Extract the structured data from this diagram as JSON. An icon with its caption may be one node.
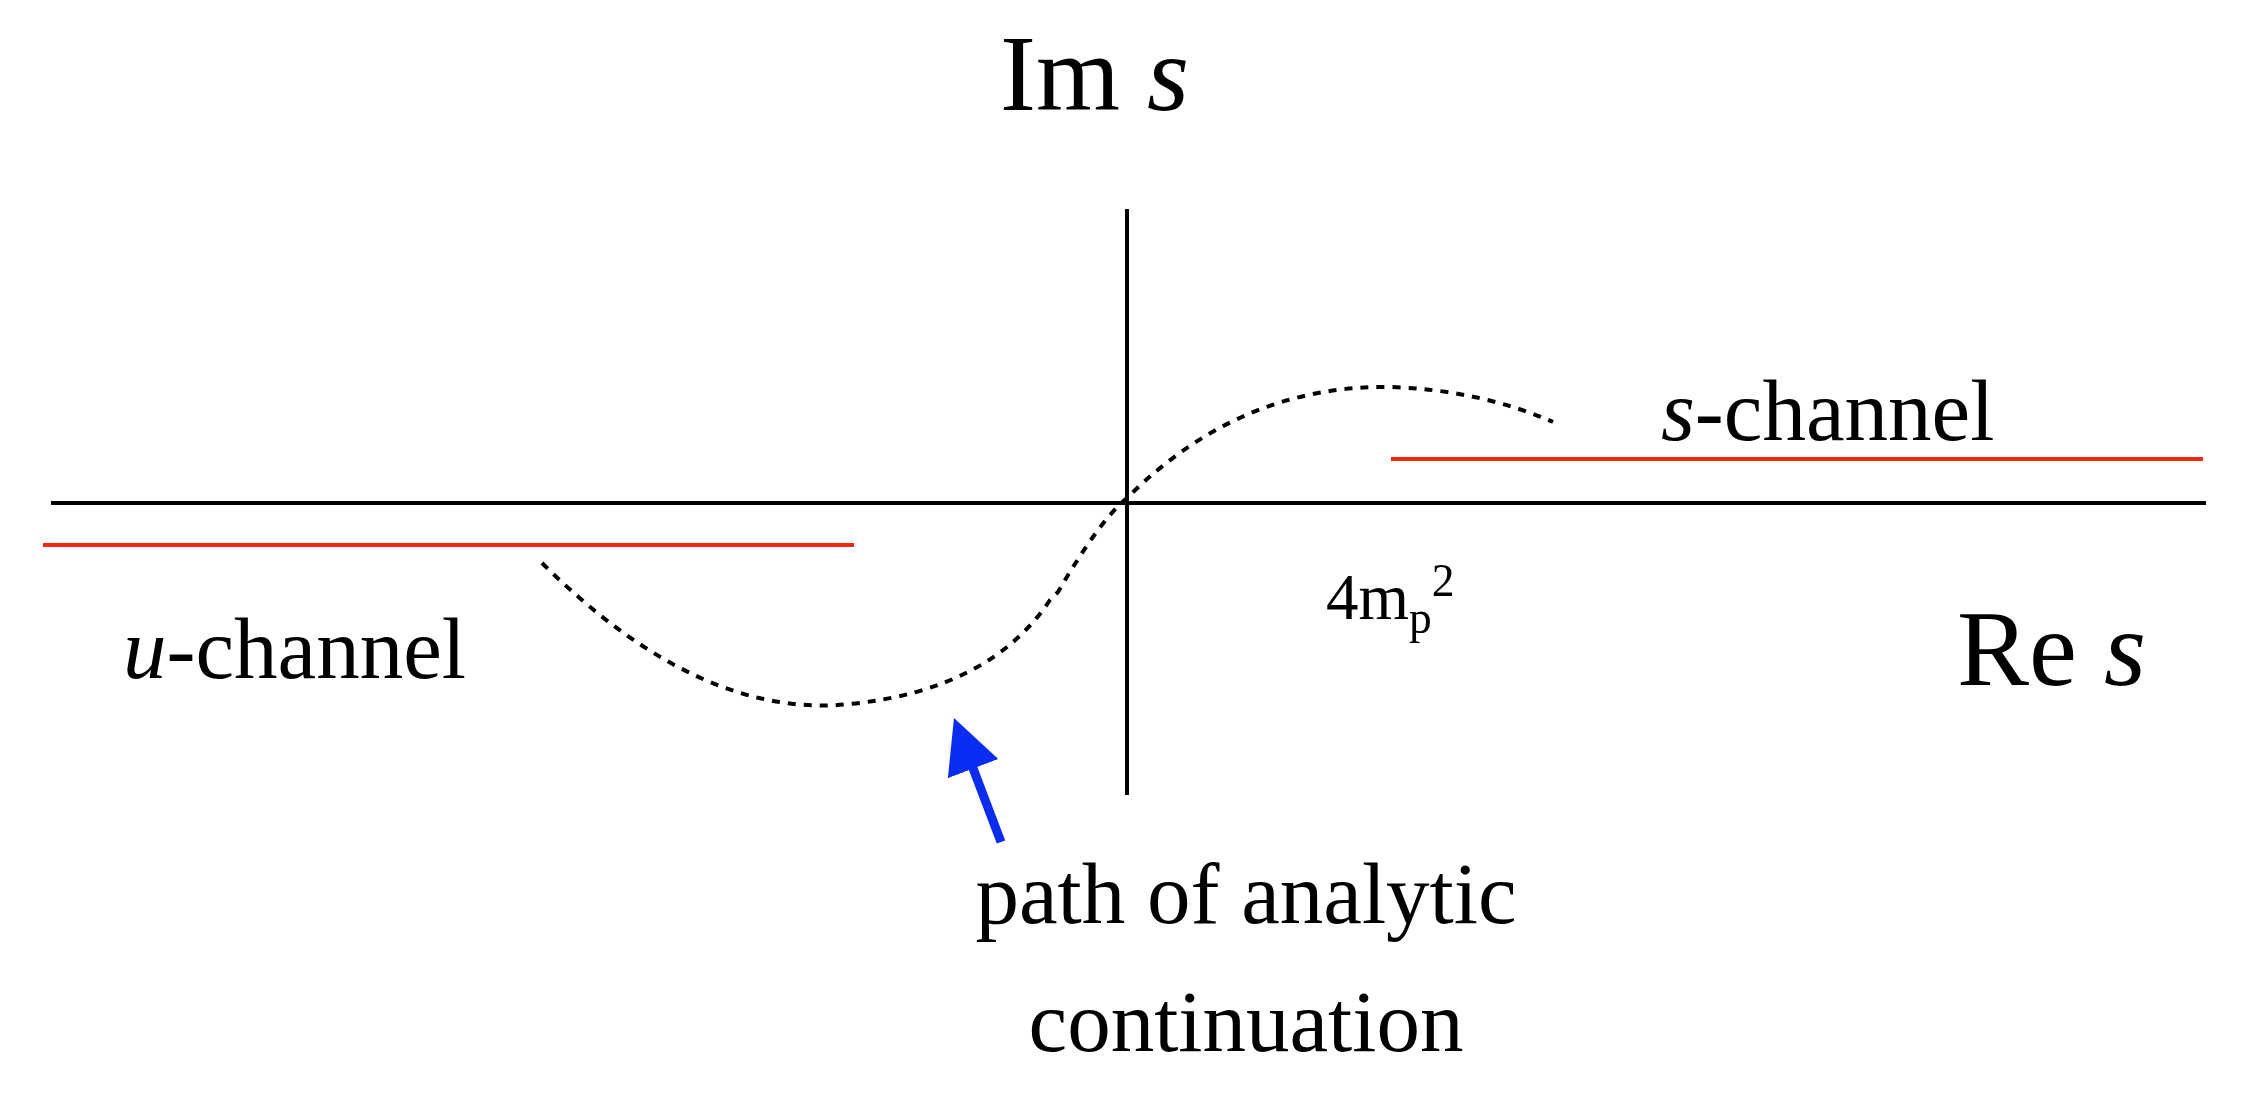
{
  "diagram": {
    "nodes": [
      {
        "text": [],
        "shape": "curve"
      },
      {
        "text": [
          "path of analytic continuation"
        ]
      }
    ],
    "edges": [
      {
        "from": 1,
        "to": 0,
        "arrow": "to"
      }
    ],
    "labels": [
      "Im *s*",
      "*s*-channel",
      "*u*-channel",
      "4m$_{p}$$^{2}$",
      "Re *s*"
    ]
  }
}
